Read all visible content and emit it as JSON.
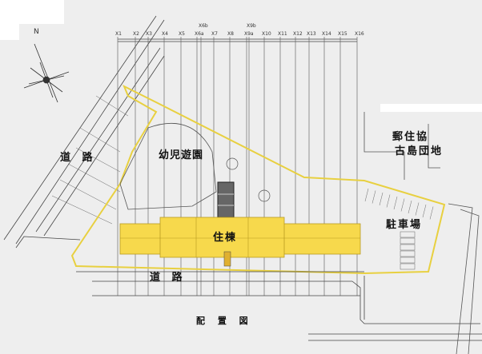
{
  "labels": {
    "road_left": "道 路",
    "road_bottom": "道 路",
    "playground": "幼児遊園",
    "residential_building": "住棟",
    "neighbor_line1": "郵住協",
    "neighbor_line2": "古島団地",
    "parking": "駐車場",
    "drawing_title": "配 置 図"
  },
  "compass": {
    "north": "N"
  },
  "grid_axes": [
    "X1",
    "X2",
    "X3",
    "X4",
    "X5",
    "X6a",
    "X6b",
    "X7",
    "X8",
    "X9a",
    "X9b",
    "X10",
    "X11",
    "X12",
    "X13",
    "X14",
    "X15",
    "X16"
  ],
  "colors": {
    "building": "#f7d94c",
    "site_boundary": "#e8d040",
    "line": "#444444",
    "paper": "#eeeeee"
  }
}
